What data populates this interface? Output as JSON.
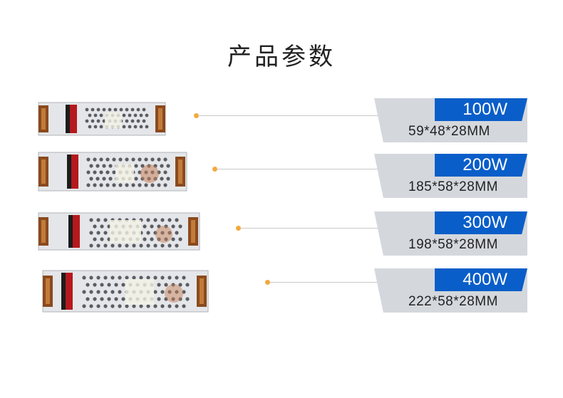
{
  "title": "产品参数",
  "colors": {
    "accent_blue": "#0a5ec9",
    "panel_grey": "#d4d8dd",
    "dot_orange": "#f3a93b"
  },
  "products": [
    {
      "watt": "100W",
      "dims": "59*48*28MM"
    },
    {
      "watt": "200W",
      "dims": "185*58*28MM"
    },
    {
      "watt": "300W",
      "dims": "198*58*28MM"
    },
    {
      "watt": "400W",
      "dims": "222*58*28MM"
    }
  ]
}
